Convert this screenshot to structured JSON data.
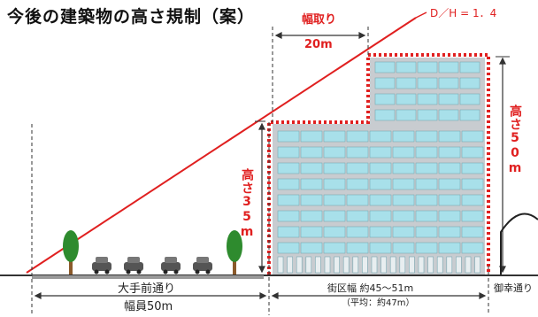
{
  "title": "今後の建築物の高さ規制（案）",
  "ratio_label": "D／H = 1．4",
  "frontage": {
    "label": "幅取り",
    "value": "20m"
  },
  "height_35": "高さ35m",
  "height_50": "高さ50m",
  "street": {
    "name": "大手前通り",
    "width": "幅員50m"
  },
  "block": {
    "width": "街区幅 約45～51m",
    "average": "（平均：約47m）"
  },
  "side_street": "御幸通り",
  "colors": {
    "line": "#e02020",
    "building": "#c8ccd0",
    "window": "#a8e0ea",
    "tree": "#2e8b2e",
    "trunk": "#8b5a2b"
  }
}
